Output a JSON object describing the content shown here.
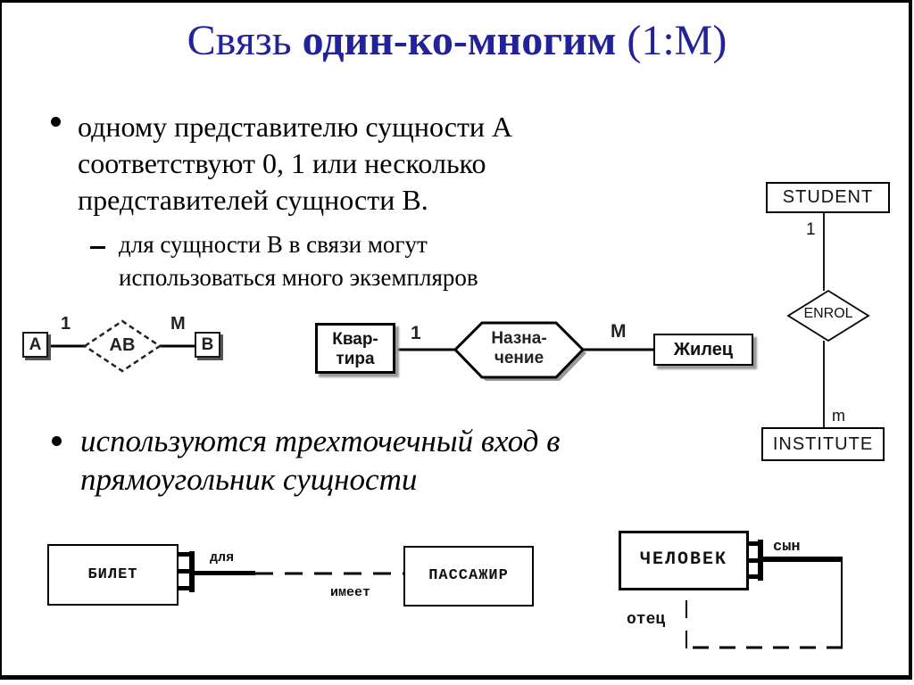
{
  "title": {
    "prefix": "Связь ",
    "bold": "один-ко-многим",
    "suffix": " (1:М)",
    "color": "#22229a"
  },
  "bullet1": {
    "lines": [
      "одному представителю сущности А",
      "соответствуют 0, 1 или несколько",
      "представителей сущности В."
    ]
  },
  "subbullet": {
    "lines": [
      "для сущности В в связи могут",
      "использоваться много экземпляров"
    ]
  },
  "bullet2": {
    "lines": [
      "используются трехточечный вход в",
      "прямоугольник сущности"
    ]
  },
  "diagram_ab": {
    "entity_a": "A",
    "card_one": "1",
    "relation": "AB",
    "card_many": "M",
    "entity_b": "B"
  },
  "diagram_flat": {
    "entity_left_line1": "Квар-",
    "entity_left_line2": "тира",
    "card_one": "1",
    "relation_line1": "Назна-",
    "relation_line2": "чение",
    "card_many": "M",
    "entity_right": "Жилец"
  },
  "diagram_student": {
    "entity_top": "STUDENT",
    "card_one": "1",
    "relation": "ENROL",
    "card_many": "m",
    "entity_bottom": "INSTITUTE"
  },
  "diagram_ticket": {
    "entity_left": "БИЛЕТ",
    "label_top": "для",
    "label_bottom": "имеет",
    "entity_right": "ПАССАЖИР"
  },
  "diagram_person": {
    "entity": "ЧЕЛОВЕК",
    "label_son": "сын",
    "label_father": "отец"
  }
}
